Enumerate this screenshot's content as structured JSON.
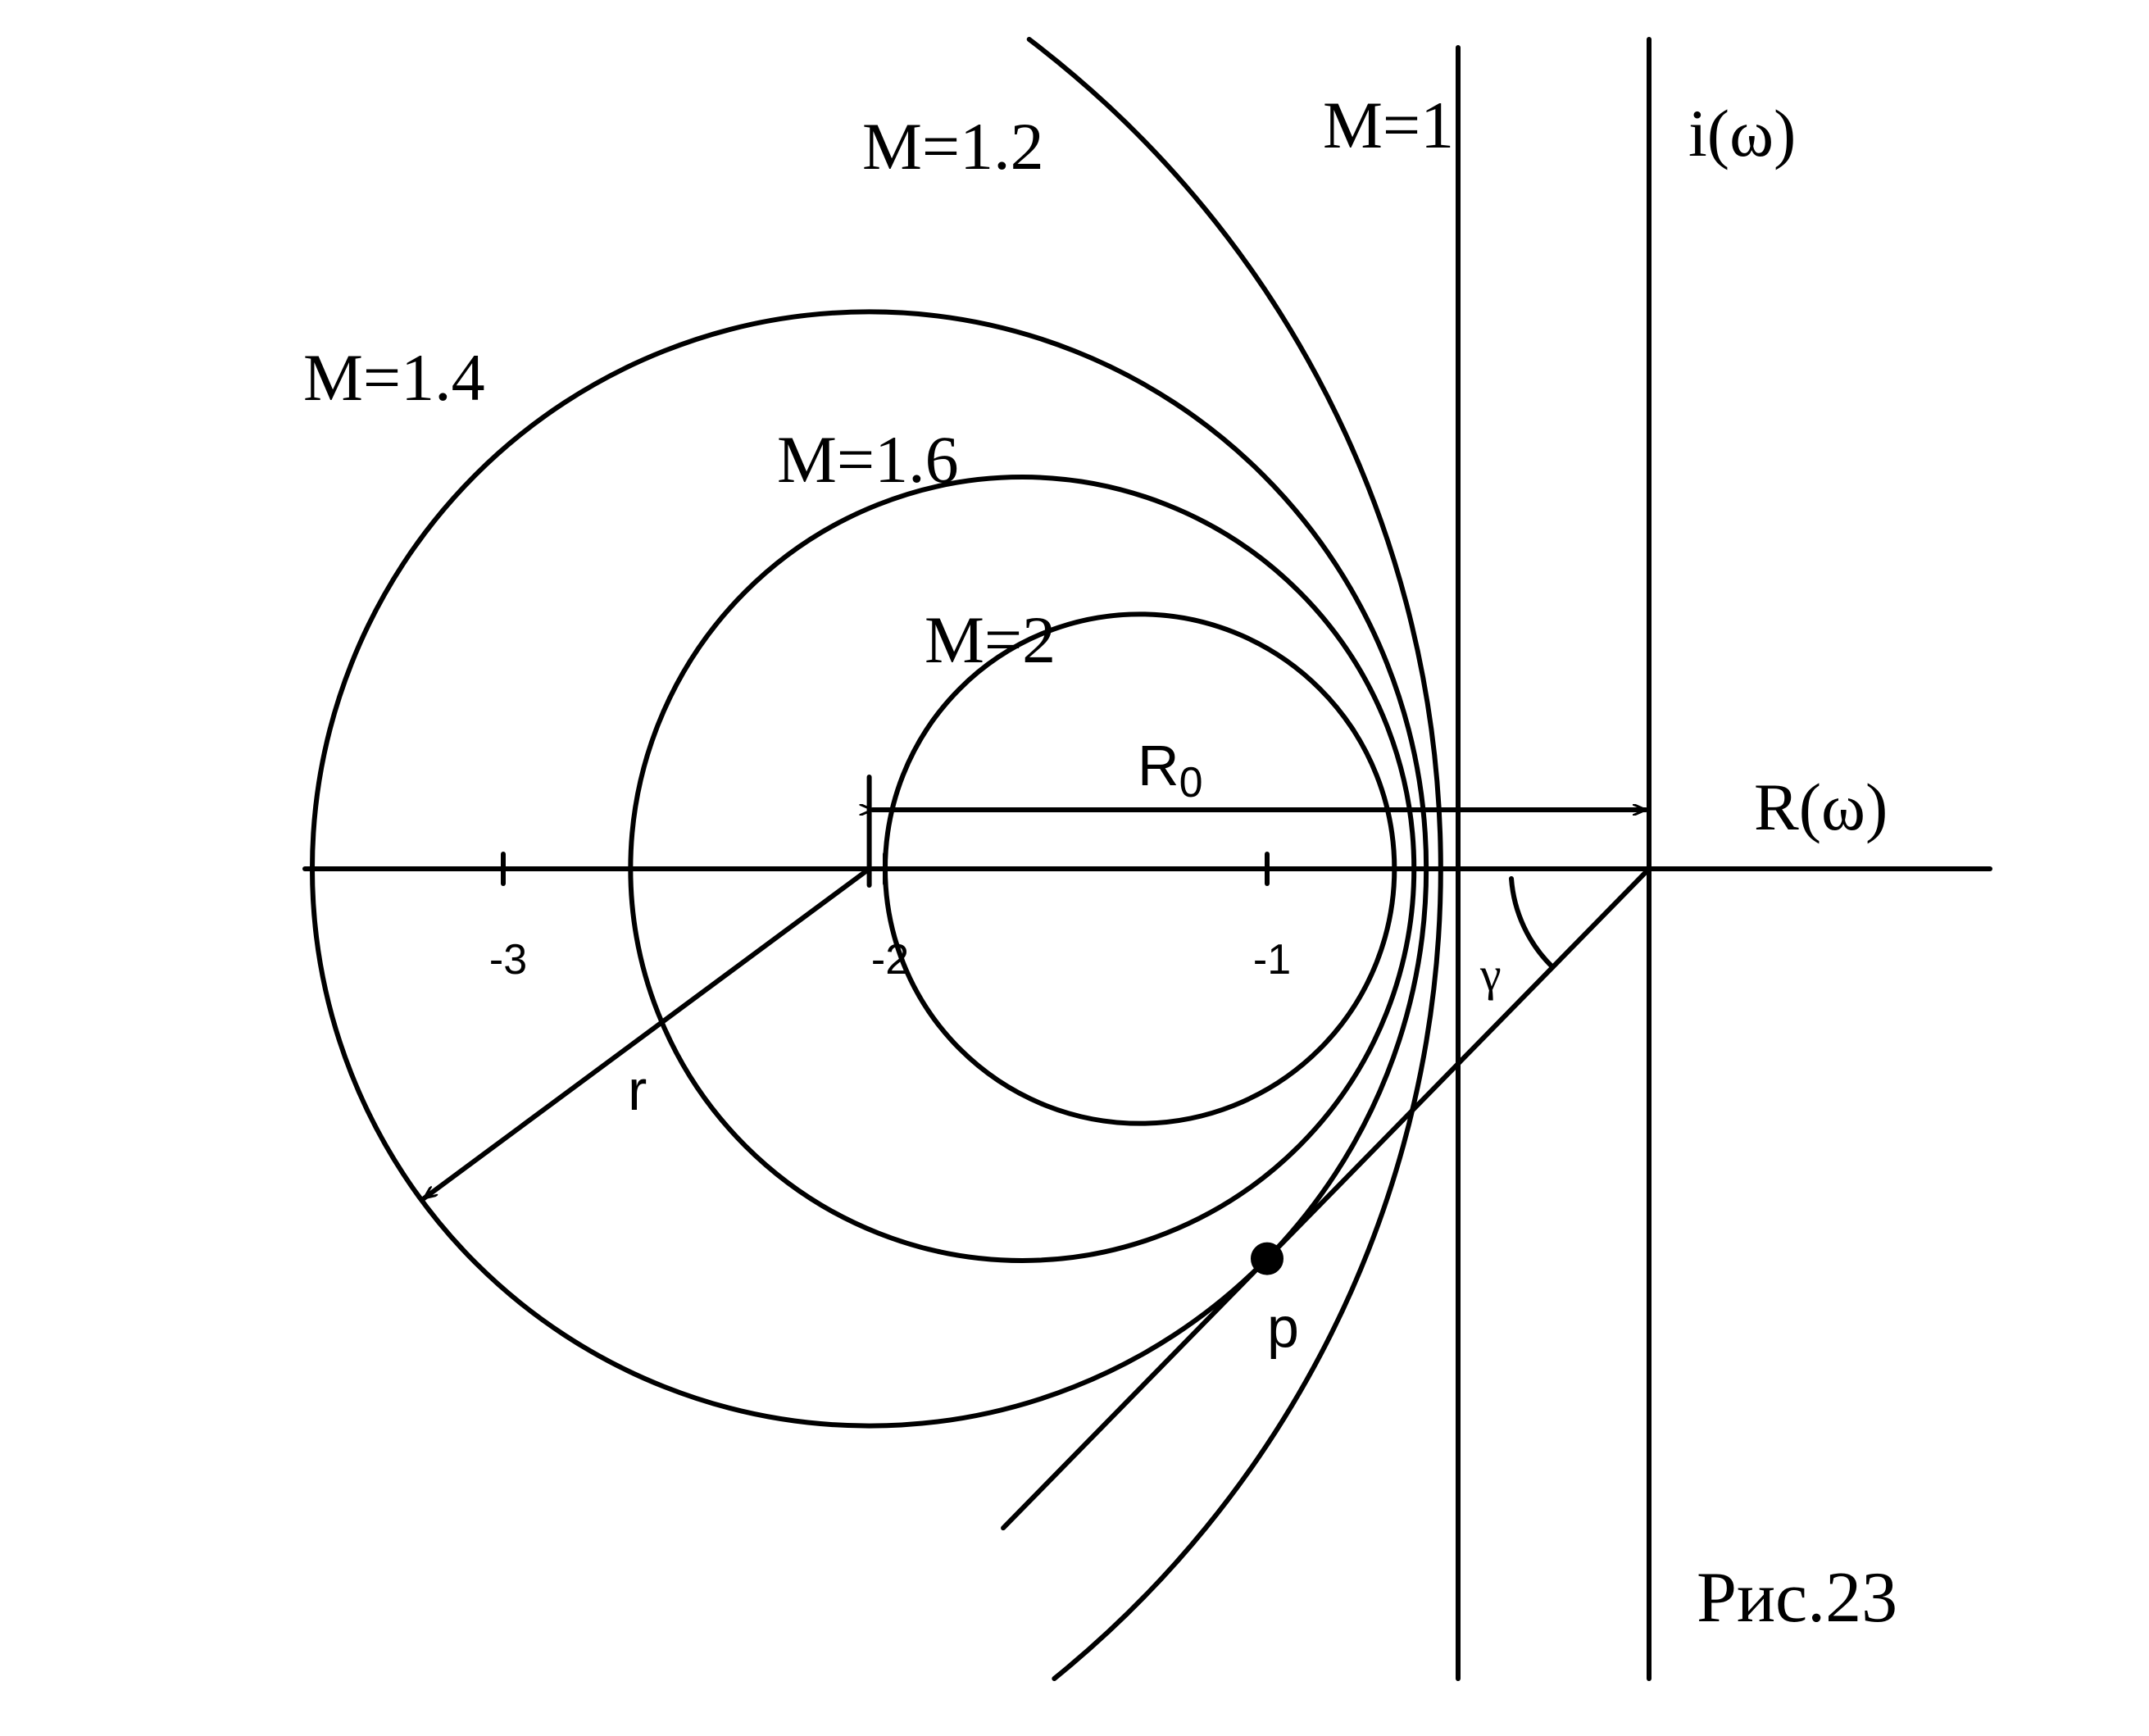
{
  "figure": {
    "caption": "Рис.23",
    "colors": {
      "ink": "#000000",
      "background": "#ffffff"
    }
  },
  "axes": {
    "real_axis_label": "R(ω)",
    "imag_axis_label": "i(ω)",
    "ticks": [
      {
        "value": -3,
        "label": "-3"
      },
      {
        "value": -2,
        "label": "-2"
      },
      {
        "value": -1,
        "label": "-1"
      }
    ]
  },
  "m_circles": [
    {
      "id": "m2",
      "label": "M=2",
      "M": 2.0
    },
    {
      "id": "m1_6",
      "label": "M=1.6",
      "M": 1.6
    },
    {
      "id": "m1_4",
      "label": "M=1.4",
      "M": 1.4
    },
    {
      "id": "m1_2",
      "label": "M=1.2",
      "M": 1.2
    }
  ],
  "m1_line": {
    "label": "M=1",
    "re": -0.5
  },
  "annotations": {
    "center_distance_label": "R",
    "center_distance_subscript": "0",
    "radius_label": "r",
    "tangent_point_label": "p",
    "angle_label": "γ"
  }
}
